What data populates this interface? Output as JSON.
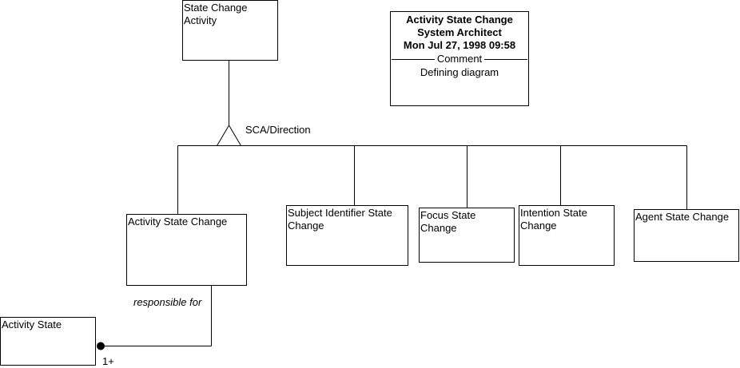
{
  "diagram": {
    "boxes": {
      "state_change_activity": "State Change Activity",
      "activity_state_change": "Activity State Change",
      "subject_identifier_state_change": "Subject Identifier State Change",
      "focus_state_change": "Focus State Change",
      "intention_state_change": "Intention State Change",
      "agent_state_change": "Agent State Change",
      "activity_state": "Activity State"
    },
    "note": {
      "title": "Activity State Change",
      "author": "System Architect",
      "date": "Mon Jul 27, 1998  09:58",
      "comment_header": "Comment",
      "comment": "Defining diagram"
    },
    "labels": {
      "discriminator": "SCA/Direction",
      "relationship": "responsible for",
      "cardinality": "1+"
    }
  }
}
